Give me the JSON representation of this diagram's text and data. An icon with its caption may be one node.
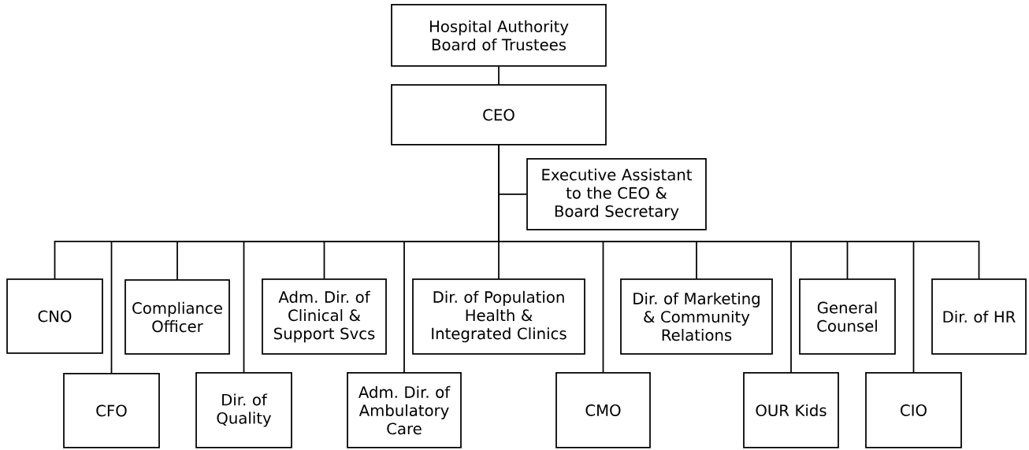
{
  "diagram": {
    "nodes": [
      {
        "text": [
          "Hospital Authority Board of Trustees"
        ]
      },
      {
        "text": [
          "CEO"
        ]
      },
      {
        "text": [
          "Executive Assistant to the CEO & Board Secretary"
        ]
      },
      {
        "text": [
          "CNO"
        ]
      },
      {
        "text": [
          "CFO"
        ]
      },
      {
        "text": [
          "Compliance Officer"
        ]
      },
      {
        "text": [
          "Dir. of Quality"
        ]
      },
      {
        "text": [
          "Adm. Dir. of Clinical & Support Svcs"
        ]
      },
      {
        "text": [
          "Adm. Dir. of Ambulatory Care"
        ]
      },
      {
        "text": [
          "Dir. of Population Health & Integrated Clinics"
        ]
      },
      {
        "text": [
          "CMO"
        ]
      },
      {
        "text": [
          "Dir. of Marketing & Community Relations"
        ]
      },
      {
        "text": [
          "OUR Kids"
        ]
      },
      {
        "text": [
          "General Counsel"
        ]
      },
      {
        "text": [
          "CIO"
        ]
      },
      {
        "text": [
          "Dir. of HR"
        ]
      }
    ],
    "edges": [
      {
        "from": 0,
        "to": 1,
        "arrow": "none"
      },
      {
        "from": 1,
        "to": 2,
        "arrow": "none"
      },
      {
        "from": 1,
        "to": 3,
        "arrow": "none"
      },
      {
        "from": 1,
        "to": 4,
        "arrow": "none"
      },
      {
        "from": 1,
        "to": 5,
        "arrow": "none"
      },
      {
        "from": 1,
        "to": 6,
        "arrow": "none"
      },
      {
        "from": 1,
        "to": 7,
        "arrow": "none"
      },
      {
        "from": 1,
        "to": 8,
        "arrow": "none"
      },
      {
        "from": 1,
        "to": 9,
        "arrow": "none"
      },
      {
        "from": 1,
        "to": 10,
        "arrow": "none"
      },
      {
        "from": 1,
        "to": 11,
        "arrow": "none"
      },
      {
        "from": 1,
        "to": 12,
        "arrow": "none"
      },
      {
        "from": 1,
        "to": 13,
        "arrow": "none"
      },
      {
        "from": 1,
        "to": 14,
        "arrow": "none"
      },
      {
        "from": 1,
        "to": 15,
        "arrow": "none"
      }
    ]
  }
}
